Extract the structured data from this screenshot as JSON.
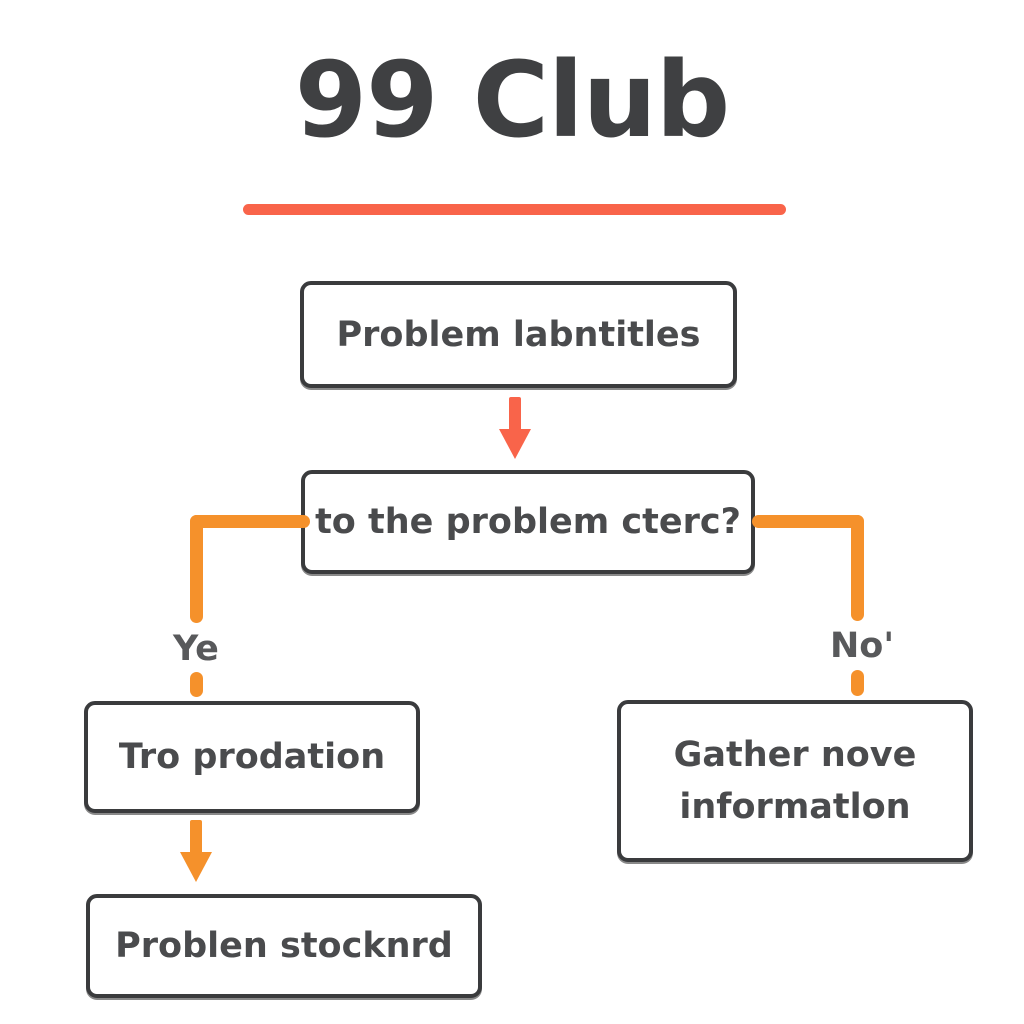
{
  "header": {
    "title": "99 Club",
    "rule_color": "#f9644a"
  },
  "colors": {
    "title_text": "#3f4042",
    "accent_red_orange": "#f9644a",
    "accent_orange": "#f5912b",
    "node_border": "#3a3b3d",
    "node_text": "#4a4b4d",
    "background": "#ffffff"
  },
  "flowchart": {
    "type": "flowchart",
    "nodes": [
      {
        "id": "problem-identified",
        "label": "Problem labntitles",
        "shape": "rounded-rect"
      },
      {
        "id": "decision",
        "label": "to the problem cterc?",
        "shape": "rounded-rect"
      },
      {
        "id": "yes-branch",
        "label": "Tro prodation",
        "shape": "rounded-rect"
      },
      {
        "id": "no-branch",
        "label_line1": "Gather nove",
        "label_line2": "informatlon",
        "shape": "rounded-rect"
      },
      {
        "id": "final",
        "label": "Problen stocknrd",
        "shape": "rounded-rect"
      }
    ],
    "edges": [
      {
        "from": "problem-identified",
        "to": "decision",
        "label": "",
        "style": "arrow-down",
        "color": "#f9644a"
      },
      {
        "from": "decision",
        "to": "yes-branch",
        "label": "Ye",
        "style": "elbow-left",
        "color": "#f5912b"
      },
      {
        "from": "decision",
        "to": "no-branch",
        "label": "No'",
        "style": "elbow-right",
        "color": "#f5912b"
      },
      {
        "from": "yes-branch",
        "to": "final",
        "label": "",
        "style": "arrow-down",
        "color": "#f5912b"
      }
    ],
    "branch_labels": {
      "yes": "Ye",
      "no": "No'"
    }
  }
}
